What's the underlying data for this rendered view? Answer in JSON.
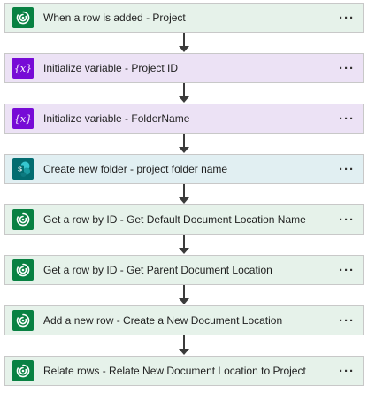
{
  "steps": [
    {
      "label": "When a row is added - Project",
      "icon": "dataverse-icon",
      "bg": "#e6f2ea",
      "icon_bg": "#088142",
      "kind": "dataverse"
    },
    {
      "label": "Initialize variable - Project ID",
      "icon": "variable-icon",
      "bg": "#ece2f5",
      "icon_bg": "#770bd6",
      "kind": "variable"
    },
    {
      "label": "Initialize variable - FolderName",
      "icon": "variable-icon",
      "bg": "#ece2f5",
      "icon_bg": "#770bd6",
      "kind": "variable"
    },
    {
      "label": "Create new folder - project folder name",
      "icon": "sharepoint-icon",
      "bg": "#e1eff2",
      "icon_bg": "#036c70",
      "kind": "sharepoint"
    },
    {
      "label": "Get a row by ID - Get Default Document Location Name",
      "icon": "dataverse-icon",
      "bg": "#e6f2ea",
      "icon_bg": "#088142",
      "kind": "dataverse"
    },
    {
      "label": "Get a row by ID - Get Parent Document Location",
      "icon": "dataverse-icon",
      "bg": "#e6f2ea",
      "icon_bg": "#088142",
      "kind": "dataverse"
    },
    {
      "label": "Add a new row - Create a New Document Location",
      "icon": "dataverse-icon",
      "bg": "#e6f2ea",
      "icon_bg": "#088142",
      "kind": "dataverse"
    },
    {
      "label": "Relate rows - Relate New Document Location to Project",
      "icon": "dataverse-icon",
      "bg": "#e6f2ea",
      "icon_bg": "#088142",
      "kind": "dataverse"
    }
  ],
  "more_label": "···"
}
